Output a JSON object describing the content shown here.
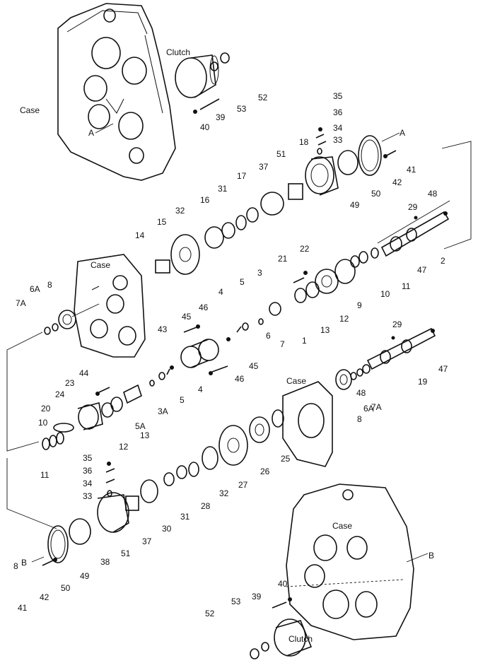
{
  "captions": {
    "case_top": "Case",
    "case_mid": "Case",
    "case_right": "Case",
    "case_bottom": "Case",
    "clutch_top": "Clutch",
    "clutch_bottom": "Clutch",
    "arrow_a_left": "A",
    "arrow_a_right": "A",
    "arrow_b_left": "B",
    "arrow_b_right": "B"
  },
  "callouts": [
    "52",
    "53",
    "39",
    "40",
    "35",
    "36",
    "34",
    "33",
    "18",
    "51",
    "37",
    "17",
    "31",
    "16",
    "32",
    "15",
    "14",
    "50",
    "49",
    "41",
    "42",
    "48",
    "29",
    "2",
    "47",
    "11",
    "10",
    "22",
    "21",
    "9",
    "12",
    "13",
    "1",
    "7",
    "6",
    "3",
    "5",
    "4",
    "46",
    "45",
    "43",
    "8",
    "6A",
    "7A",
    "44",
    "23",
    "24",
    "20",
    "12",
    "13",
    "5",
    "3A",
    "5A",
    "4",
    "45",
    "46",
    "10",
    "11",
    "29",
    "47",
    "19",
    "48",
    "7A",
    "6A",
    "8",
    "25",
    "26",
    "27",
    "28",
    "31",
    "30",
    "37",
    "51",
    "38",
    "49",
    "50",
    "42",
    "41",
    "8",
    "35",
    "36",
    "34",
    "33",
    "32",
    "39",
    "40",
    "53",
    "52"
  ]
}
